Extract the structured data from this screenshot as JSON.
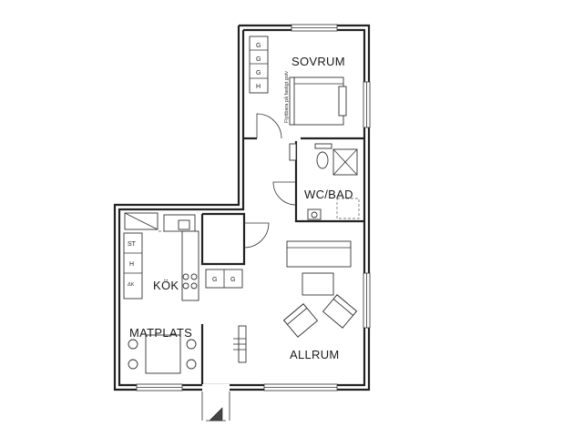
{
  "rooms": {
    "sovrum": "SOVRUM",
    "wc_bad": "WC/BAD",
    "kok": "KÖK",
    "matplats": "MATPLATS",
    "allrum": "ALLRUM"
  },
  "annotations": {
    "closet_note": "Flyttbara på fastigt golv"
  },
  "wardrobe_labels": {
    "bedroom": [
      "G",
      "G",
      "G",
      "H"
    ],
    "hall": [
      "G",
      "G"
    ],
    "kitchen": [
      "ST",
      "H",
      "ΔK"
    ]
  }
}
